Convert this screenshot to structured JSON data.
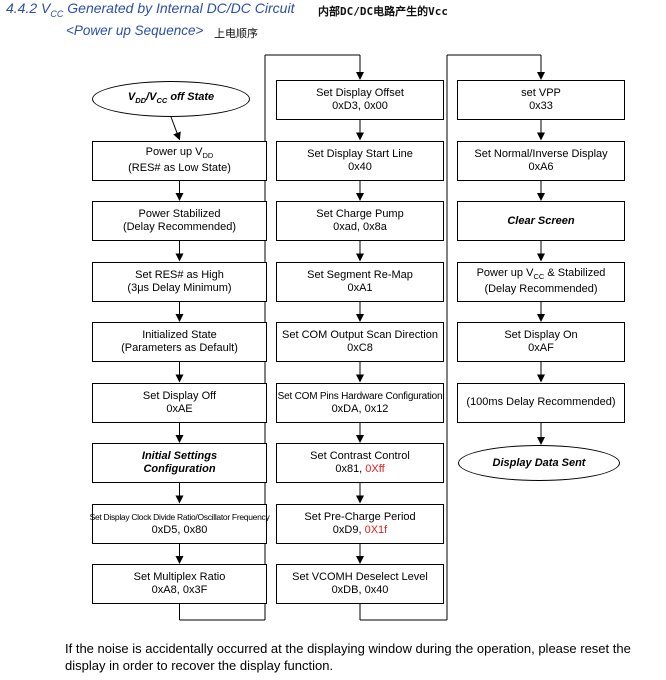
{
  "header": {
    "title_prefix": "4.4.2 V",
    "title_sub": "CC",
    "title_suffix": " Generated by Internal DC/DC Circuit",
    "title_cn": "内部DC/DC电路产生的Vcc",
    "subtitle": "<Power up Sequence>",
    "subtitle_cn": "上电顺序"
  },
  "columns": [
    {
      "nodes": [
        {
          "lines": [
            {
              "parts": [
                {
                  "t": "V"
                },
                {
                  "t": "DD",
                  "sub": true
                },
                {
                  "t": "/V"
                },
                {
                  "t": "CC",
                  "sub": true
                },
                {
                  "t": " off State"
                }
              ]
            }
          ],
          "shape": "oval",
          "bold": true
        },
        {
          "lines": [
            {
              "parts": [
                {
                  "t": "Power up V"
                },
                {
                  "t": "DD",
                  "sub": true
                }
              ]
            },
            {
              "parts": [
                {
                  "t": "(RES# as Low State)"
                }
              ]
            }
          ]
        },
        {
          "lines": [
            {
              "parts": [
                {
                  "t": "Power Stabilized"
                }
              ]
            },
            {
              "parts": [
                {
                  "t": "(Delay Recommended)"
                }
              ]
            }
          ]
        },
        {
          "lines": [
            {
              "parts": [
                {
                  "t": "Set RES# as High"
                }
              ]
            },
            {
              "parts": [
                {
                  "t": "(3μs Delay Minimum)"
                }
              ]
            }
          ]
        },
        {
          "lines": [
            {
              "parts": [
                {
                  "t": "Initialized State"
                }
              ]
            },
            {
              "parts": [
                {
                  "t": "(Parameters as Default)"
                }
              ]
            }
          ]
        },
        {
          "lines": [
            {
              "parts": [
                {
                  "t": "Set Display Off"
                }
              ]
            },
            {
              "parts": [
                {
                  "t": "0xAE"
                }
              ]
            }
          ]
        },
        {
          "lines": [
            {
              "parts": [
                {
                  "t": "Initial Settings"
                }
              ]
            },
            {
              "parts": [
                {
                  "t": "Configuration"
                }
              ]
            }
          ],
          "bold": true
        },
        {
          "lines": [
            {
              "parts": [
                {
                  "t": "Set Display Clock Divide Ratio/Oscillator Frequency"
                }
              ],
              "narrow": true
            },
            {
              "parts": [
                {
                  "t": "0xD5, 0x80"
                }
              ]
            }
          ]
        },
        {
          "lines": [
            {
              "parts": [
                {
                  "t": "Set Multiplex Ratio"
                }
              ]
            },
            {
              "parts": [
                {
                  "t": "0xA8, 0x3F"
                }
              ]
            }
          ]
        }
      ]
    },
    {
      "nodes": [
        {
          "lines": [
            {
              "parts": [
                {
                  "t": "Set Display Offset"
                }
              ]
            },
            {
              "parts": [
                {
                  "t": "0xD3, 0x00"
                }
              ]
            }
          ]
        },
        {
          "lines": [
            {
              "parts": [
                {
                  "t": "Set Display Start Line"
                }
              ]
            },
            {
              "parts": [
                {
                  "t": "0x40"
                }
              ]
            }
          ]
        },
        {
          "lines": [
            {
              "parts": [
                {
                  "t": "Set Charge Pump"
                }
              ]
            },
            {
              "parts": [
                {
                  "t": "0xad, 0x8a"
                }
              ]
            }
          ]
        },
        {
          "lines": [
            {
              "parts": [
                {
                  "t": "Set Segment Re-Map"
                }
              ]
            },
            {
              "parts": [
                {
                  "t": "0xA1"
                }
              ]
            }
          ]
        },
        {
          "lines": [
            {
              "parts": [
                {
                  "t": "Set COM Output Scan Direction"
                }
              ]
            },
            {
              "parts": [
                {
                  "t": "0xC8"
                }
              ]
            }
          ]
        },
        {
          "lines": [
            {
              "parts": [
                {
                  "t": "Set COM Pins Hardware Configuration"
                }
              ],
              "narrow2": true
            },
            {
              "parts": [
                {
                  "t": "0xDA, 0x12"
                }
              ]
            }
          ]
        },
        {
          "lines": [
            {
              "parts": [
                {
                  "t": "Set Contrast Control"
                }
              ]
            },
            {
              "parts": [
                {
                  "t": "0x81, "
                },
                {
                  "t": "0Xff",
                  "red": true
                }
              ]
            }
          ]
        },
        {
          "lines": [
            {
              "parts": [
                {
                  "t": "Set Pre-Charge Period"
                }
              ]
            },
            {
              "parts": [
                {
                  "t": "0xD9, "
                },
                {
                  "t": "0X1f",
                  "red": true
                }
              ]
            }
          ]
        },
        {
          "lines": [
            {
              "parts": [
                {
                  "t": "Set VCOMH Deselect Level"
                }
              ]
            },
            {
              "parts": [
                {
                  "t": "0xDB, 0x40"
                }
              ]
            }
          ]
        }
      ]
    },
    {
      "nodes": [
        {
          "lines": [
            {
              "parts": [
                {
                  "t": "set VPP"
                }
              ]
            },
            {
              "parts": [
                {
                  "t": "0x33"
                }
              ]
            }
          ]
        },
        {
          "lines": [
            {
              "parts": [
                {
                  "t": "Set Normal/Inverse Display"
                }
              ]
            },
            {
              "parts": [
                {
                  "t": "0xA6"
                }
              ]
            }
          ]
        },
        {
          "lines": [
            {
              "parts": [
                {
                  "t": "Clear Screen"
                }
              ]
            }
          ],
          "bold": true
        },
        {
          "lines": [
            {
              "parts": [
                {
                  "t": "Power up V"
                },
                {
                  "t": "CC",
                  "sub": true
                },
                {
                  "t": " & Stabilized"
                }
              ]
            },
            {
              "parts": [
                {
                  "t": "(Delay Recommended)"
                }
              ]
            }
          ]
        },
        {
          "lines": [
            {
              "parts": [
                {
                  "t": "Set Display On"
                }
              ]
            },
            {
              "parts": [
                {
                  "t": "0xAF"
                }
              ]
            }
          ]
        },
        {
          "lines": [
            {
              "parts": [
                {
                  "t": "(100ms Delay Recommended)"
                }
              ]
            }
          ]
        },
        {
          "lines": [
            {
              "parts": [
                {
                  "t": "Display Data Sent"
                }
              ]
            }
          ],
          "shape": "oval",
          "bold": true
        }
      ]
    }
  ],
  "footer": {
    "text": "If the noise is accidentally occurred at the displaying window during the operation, please reset the display in order to recover the display function."
  }
}
